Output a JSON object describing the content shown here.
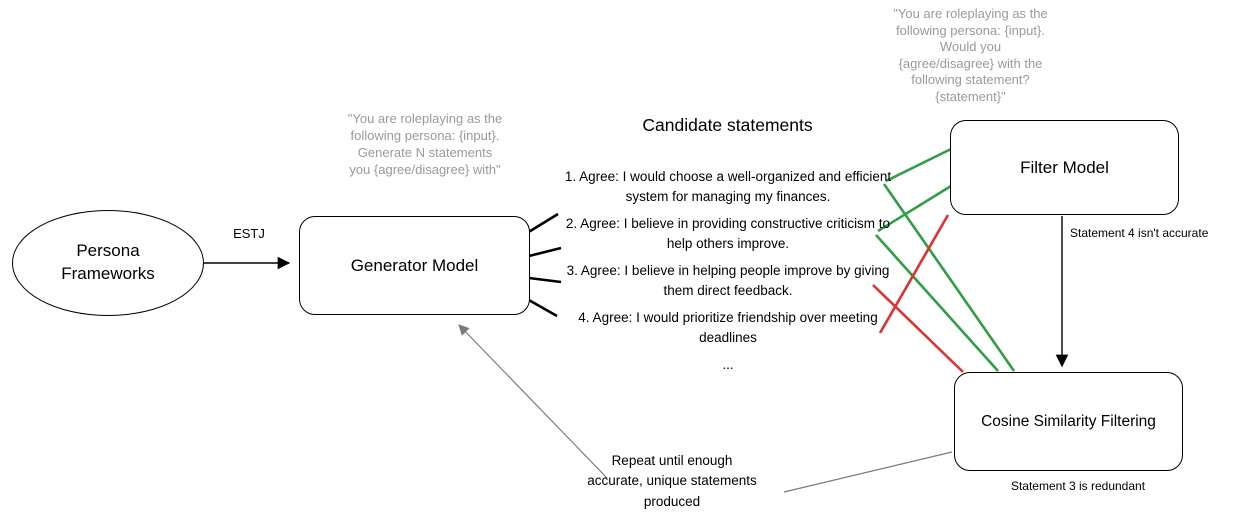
{
  "colors": {
    "green": "#2f9e44",
    "red": "#e03131",
    "gray_text": "#9a9a9a",
    "gray_line": "#7a7a7a",
    "black": "#000000"
  },
  "nodes": {
    "persona": {
      "label": "Persona Frameworks"
    },
    "generator": {
      "label": "Generator Model"
    },
    "filter": {
      "label": "Filter Model"
    },
    "cosine": {
      "label": "Cosine Similarity Filtering"
    }
  },
  "prompts": {
    "generator_prompt": [
      "\"You are roleplaying as the",
      "following persona: {input}.",
      "Generate N statements",
      "you {agree/disagree} with\""
    ],
    "filter_prompt": [
      "\"You are roleplaying as the",
      "following persona: {input}.",
      "Would you",
      "{agree/disagree} with the",
      "following statement?",
      "{statement}\""
    ]
  },
  "candidates": {
    "title": "Candidate statements",
    "items": [
      "1. Agree: I would choose a well-organized and efficient system for managing my finances.",
      "2. Agree: I believe in providing constructive criticism to help others improve.",
      "3. Agree: I believe in helping people improve by giving them direct feedback.",
      "4. Agree: I would prioritize friendship over meeting deadlines"
    ],
    "ellipsis": "..."
  },
  "labels": {
    "estj": "ESTJ",
    "statement4_note": "Statement 4 isn't accurate",
    "statement3_note": "Statement 3 is redundant",
    "repeat_note": [
      "Repeat until enough",
      "accurate, unique statements",
      "produced"
    ]
  }
}
